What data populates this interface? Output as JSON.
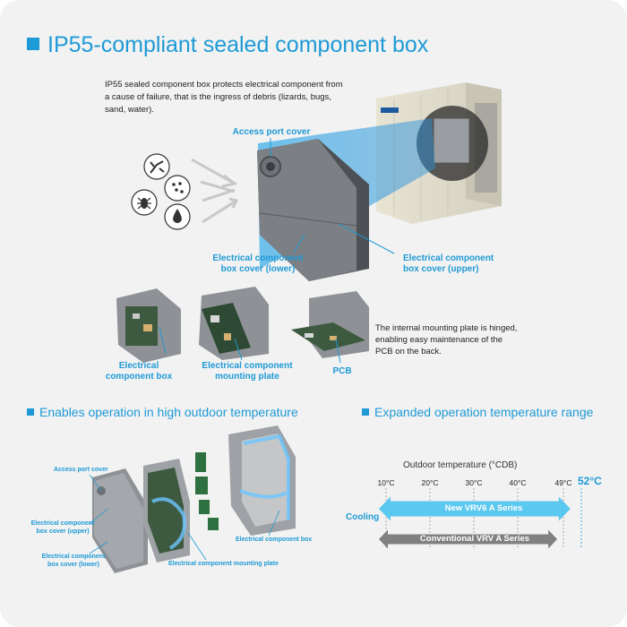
{
  "title": "IP55-compliant sealed component box",
  "intro": "IP55 sealed component box protects electrical component from a cause of failure, that is the ingress of debris (lizards, bugs, sand, water).",
  "top_labels": {
    "access_port_cover": "Access port cover",
    "cover_lower": "Electrical component box cover (lower)",
    "cover_upper": "Electrical component box cover (upper)"
  },
  "debris_icons": [
    "lizard-icon",
    "sand-icon",
    "bug-icon",
    "water-drop-icon"
  ],
  "component_labels": {
    "box": "Electrical component box",
    "mounting_plate": "Electrical component mounting plate",
    "pcb": "PCB"
  },
  "hinge_note": "The internal mounting plate is hinged, enabling easy maintenance of the PCB on the back.",
  "section_high_temp": {
    "heading": "Enables operation in high outdoor temperature",
    "labels": {
      "access_port_cover": "Access port cover",
      "cover_upper": "Electrical component box cover (upper)",
      "cover_lower": "Electrical component box cover (lower)",
      "mounting_plate": "Electrical component mounting plate",
      "box": "Electrical component box"
    }
  },
  "section_range": {
    "heading": "Expanded operation temperature range"
  },
  "chart_data": {
    "type": "range",
    "title": "Outdoor temperature (°CDB)",
    "ticks": [
      "10°C",
      "20°C",
      "30°C",
      "40°C",
      "49°C"
    ],
    "tick_values": [
      10,
      20,
      30,
      40,
      49
    ],
    "max_label": "52°C",
    "max_value": 52,
    "row_label": "Cooling",
    "series": [
      {
        "name": "New VRV6 A Series",
        "min": 10,
        "max": 52,
        "color": "#5bc8ef"
      },
      {
        "name": "Conventional VRV A Series",
        "min": 10,
        "max": 49,
        "color": "#808080"
      }
    ]
  },
  "colors": {
    "accent": "#1e9ad6",
    "light_blue": "#5bc8ef",
    "gray": "#808080",
    "panel": "#f2f2f2"
  }
}
